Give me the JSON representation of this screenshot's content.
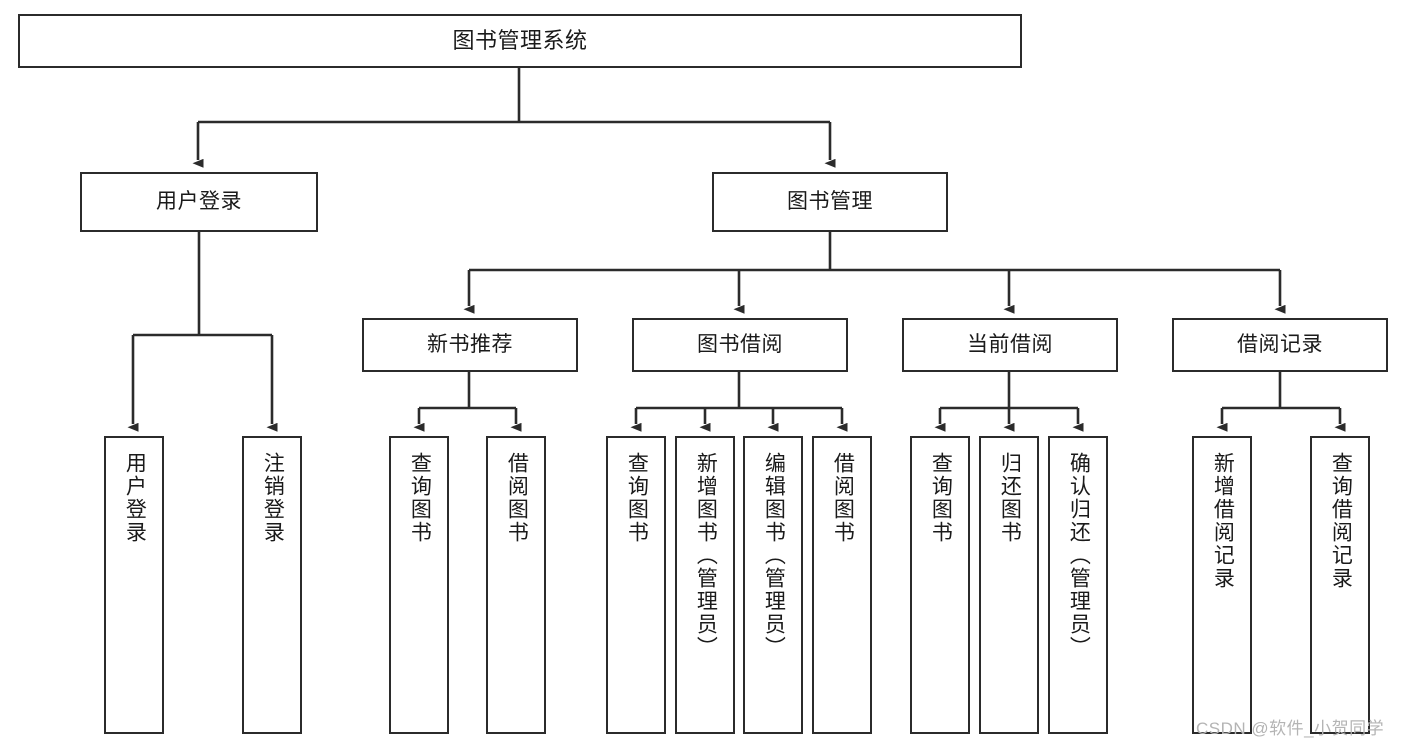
{
  "diagram": {
    "title": "图书管理系统",
    "type": "hierarchy-tree",
    "orientation": "top-down",
    "root": {
      "id": "root",
      "label": "图书管理系统"
    },
    "level2": [
      {
        "id": "user-login",
        "label": "用户登录"
      },
      {
        "id": "book-management",
        "label": "图书管理"
      }
    ],
    "level3": [
      {
        "id": "new-book-recommend",
        "label": "新书推荐",
        "parent": "book-management"
      },
      {
        "id": "book-borrow",
        "label": "图书借阅",
        "parent": "book-management"
      },
      {
        "id": "current-borrow",
        "label": "当前借阅",
        "parent": "book-management"
      },
      {
        "id": "borrow-record",
        "label": "借阅记录",
        "parent": "book-management"
      }
    ],
    "leaves": [
      {
        "id": "leaf-user-login",
        "label": "用户登录",
        "parent": "user-login"
      },
      {
        "id": "leaf-logout",
        "label": "注销登录",
        "parent": "user-login"
      },
      {
        "id": "leaf-query-book-1",
        "label": "查询图书",
        "parent": "new-book-recommend"
      },
      {
        "id": "leaf-borrow-book-1",
        "label": "借阅图书",
        "parent": "new-book-recommend"
      },
      {
        "id": "leaf-query-book-2",
        "label": "查询图书",
        "parent": "book-borrow"
      },
      {
        "id": "leaf-add-book",
        "label": "新增图书（管理员）",
        "parent": "book-borrow"
      },
      {
        "id": "leaf-edit-book",
        "label": "编辑图书（管理员）",
        "parent": "book-borrow"
      },
      {
        "id": "leaf-borrow-book-2",
        "label": "借阅图书",
        "parent": "book-borrow"
      },
      {
        "id": "leaf-query-book-3",
        "label": "查询图书",
        "parent": "current-borrow"
      },
      {
        "id": "leaf-return-book",
        "label": "归还图书",
        "parent": "current-borrow"
      },
      {
        "id": "leaf-confirm-return",
        "label": "确认归还（管理员）",
        "parent": "current-borrow"
      },
      {
        "id": "leaf-add-record",
        "label": "新增借阅记录",
        "parent": "borrow-record"
      },
      {
        "id": "leaf-query-record",
        "label": "查询借阅记录",
        "parent": "borrow-record"
      }
    ],
    "watermark": "CSDN @软件_小贺同学",
    "colors": {
      "background": "#ffffff",
      "node_border": "#2b2b2b",
      "node_fill": "#ffffff",
      "text": "#1a1a1a",
      "connector": "#2b2b2b",
      "watermark": "#b4b4b4"
    }
  }
}
